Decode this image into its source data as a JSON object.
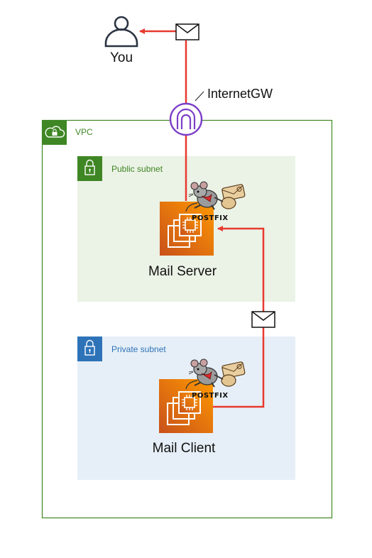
{
  "user": {
    "label": "You",
    "icon": "user-icon"
  },
  "gateway": {
    "label": "InternetGW",
    "icon": "internet-gateway-icon"
  },
  "vpc": {
    "label": "VPC",
    "icon": "cloud-lock-icon",
    "color": "#3f8624"
  },
  "public_subnet": {
    "label": "Public subnet",
    "icon": "lock-icon",
    "color": "#3f8624",
    "fill": "#ebf2e6"
  },
  "private_subnet": {
    "label": "Private subnet",
    "icon": "lock-icon",
    "color": "#2e73b8",
    "fill": "#e6eff7"
  },
  "mail_server": {
    "label": "Mail Server",
    "icon": "ec2-instance-icon",
    "logo_text": "POSTFIX",
    "logo_icon": "postfix-mouse-logo"
  },
  "mail_client": {
    "label": "Mail Client",
    "icon": "ec2-instance-icon",
    "logo_text": "POSTFIX",
    "logo_icon": "postfix-mouse-logo"
  },
  "colors": {
    "connector": "#e8392f",
    "ec2_start": "#c8511b",
    "ec2_end": "#ff9900",
    "gateway": "#7c3fc7"
  }
}
